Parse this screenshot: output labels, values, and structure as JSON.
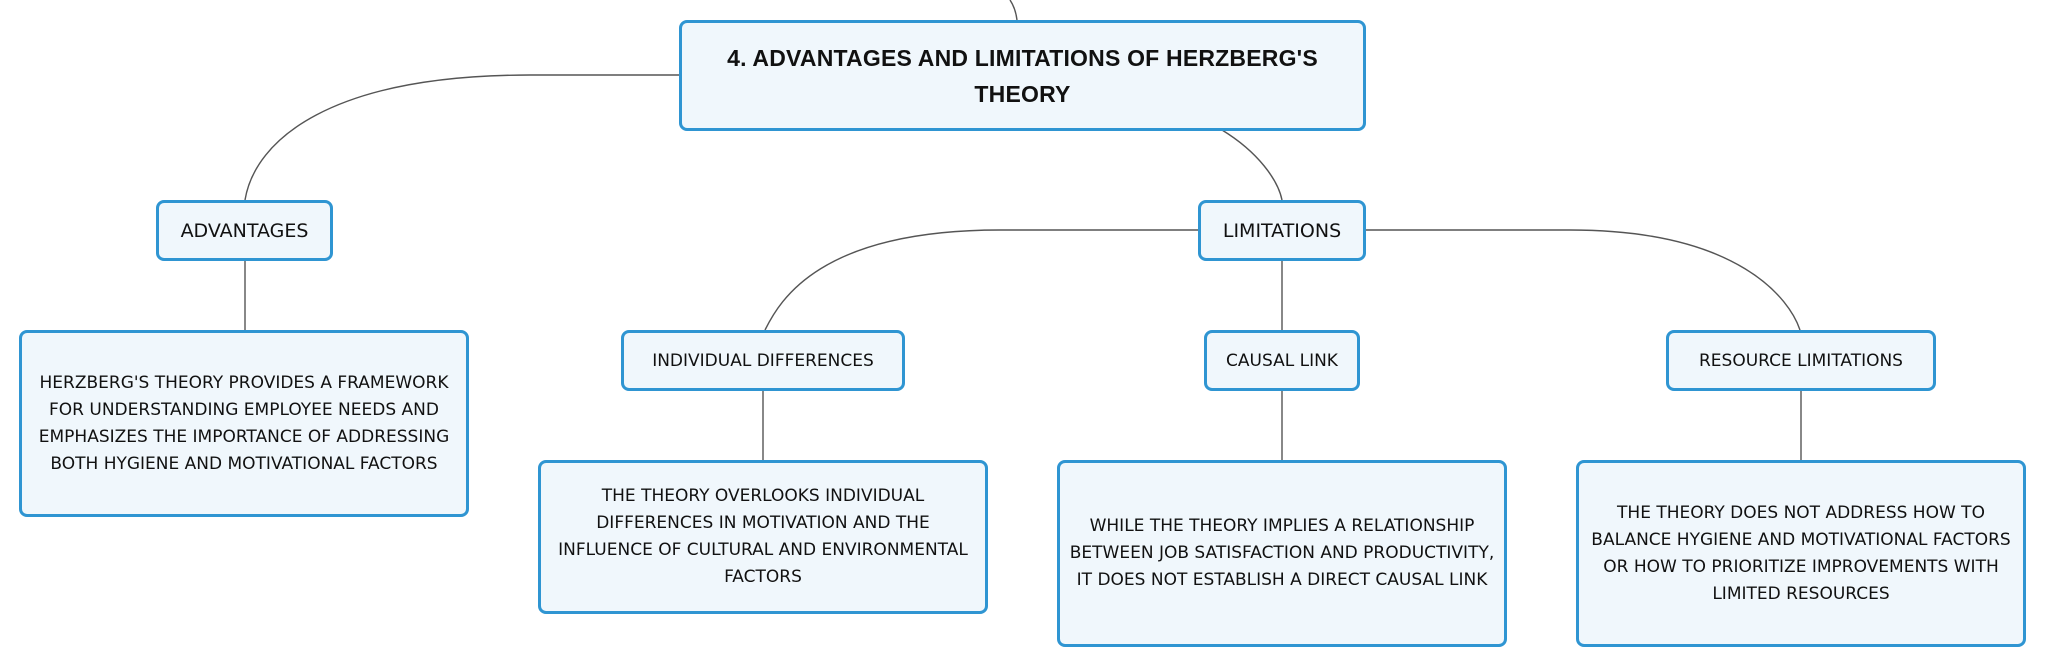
{
  "diagram": {
    "root": {
      "label": "4. ADVANTAGES AND LIMITATIONS OF HERZBERG'S THEORY"
    },
    "advantages": {
      "label": "ADVANTAGES",
      "detail": "HERZBERG'S THEORY PROVIDES A FRAMEWORK FOR UNDERSTANDING EMPLOYEE NEEDS AND EMPHASIZES THE IMPORTANCE OF ADDRESSING BOTH HYGIENE AND MOTIVATIONAL FACTORS"
    },
    "limitations": {
      "label": "LIMITATIONS",
      "children": [
        {
          "label": "INDIVIDUAL DIFFERENCES",
          "detail": "THE THEORY OVERLOOKS INDIVIDUAL DIFFERENCES IN MOTIVATION AND THE INFLUENCE OF CULTURAL AND ENVIRONMENTAL FACTORS"
        },
        {
          "label": "CAUSAL LINK",
          "detail": "WHILE THE THEORY IMPLIES A RELATIONSHIP BETWEEN JOB SATISFACTION AND PRODUCTIVITY, IT DOES NOT ESTABLISH A DIRECT CAUSAL LINK"
        },
        {
          "label": "RESOURCE LIMITATIONS",
          "detail": "THE THEORY DOES NOT ADDRESS HOW TO BALANCE HYGIENE AND MOTIVATIONAL FACTORS OR HOW TO PRIORITIZE IMPROVEMENTS WITH LIMITED RESOURCES"
        }
      ]
    },
    "colors": {
      "node_border": "#2f95d2",
      "node_fill": "#f0f7fc",
      "connector": "#555555",
      "text": "#111111"
    }
  }
}
